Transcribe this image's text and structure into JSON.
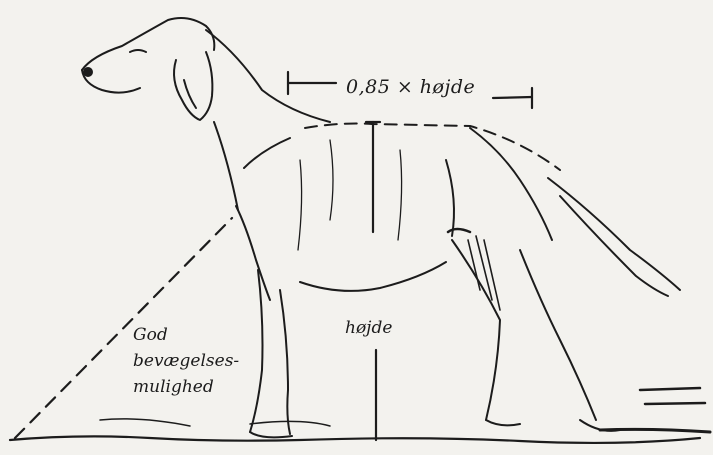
{
  "labels": {
    "width_measure": "0,85 × højde",
    "height_measure": "højde",
    "mobility_line1": "God",
    "mobility_line2": "bevægelses-",
    "mobility_line3": "mulighed"
  },
  "colors": {
    "ink": "#1c1c1c",
    "paper": "#f3f2ee"
  }
}
